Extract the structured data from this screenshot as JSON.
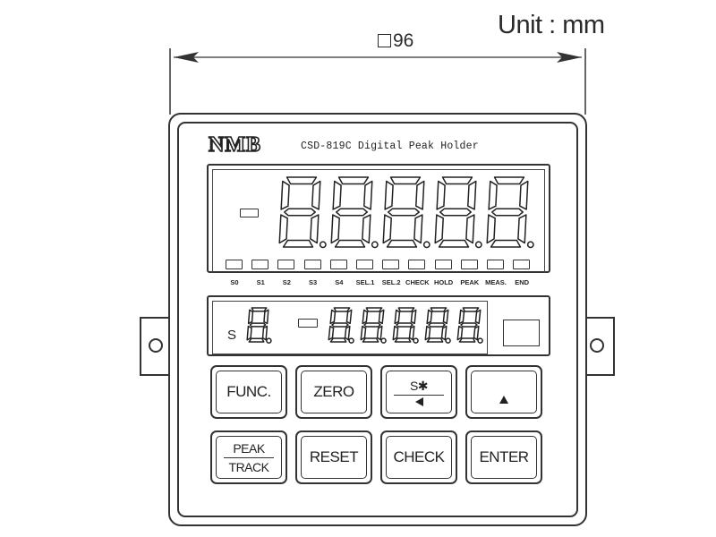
{
  "unit_label": "Unit : mm",
  "dimension_label": "96",
  "brand": "NMB",
  "model_label": "CSD-819C Digital Peak Holder",
  "main_display": {
    "digits": [
      "8.",
      "8.",
      "8.",
      "8.",
      "8."
    ],
    "sign": "-"
  },
  "indicator_labels": [
    "S0",
    "S1",
    "S2",
    "S3",
    "S4",
    "SEL.1",
    "SEL.2",
    "CHECK",
    "HOLD",
    "PEAK",
    "MEAS.",
    "END"
  ],
  "sub_display": {
    "prefix": "S",
    "channel_digit": "8.",
    "sign": "-",
    "digits": [
      "8.",
      "8.",
      "8.",
      "8.",
      "8."
    ]
  },
  "buttons": {
    "func": "FUNC.",
    "zero": "ZERO",
    "shift_top": "S✱",
    "up_icon": "up-arrow-icon",
    "peak": "PEAK",
    "track": "TRACK",
    "reset": "RESET",
    "check": "CHECK",
    "enter": "ENTER"
  }
}
